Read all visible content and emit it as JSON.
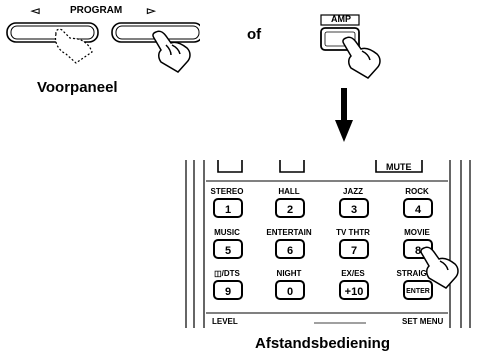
{
  "front_panel": {
    "program_label": "PROGRAM",
    "left_arrow": "◅",
    "right_arrow": "▻",
    "caption": "Voorpaneel"
  },
  "connector": "of",
  "amp_button": {
    "label": "AMP"
  },
  "remote": {
    "caption": "Afstandsbediening",
    "mute_label": "MUTE",
    "level_label": "LEVEL",
    "set_menu_label": "SET MENU",
    "rows": [
      [
        {
          "label": "STEREO",
          "key": "1"
        },
        {
          "label": "HALL",
          "key": "2"
        },
        {
          "label": "JAZZ",
          "key": "3"
        },
        {
          "label": "ROCK",
          "key": "4"
        }
      ],
      [
        {
          "label": "MUSIC",
          "key": "5"
        },
        {
          "label": "ENTERTAIN",
          "key": "6"
        },
        {
          "label": "TV THTR",
          "key": "7"
        },
        {
          "label": "MOVIE",
          "key": "8"
        }
      ],
      [
        {
          "label": "◫/DTS",
          "key": "9"
        },
        {
          "label": "NIGHT",
          "key": "0"
        },
        {
          "label": "EX/ES",
          "key": "+10"
        },
        {
          "label": "STRAIGHT",
          "key": "ENTER"
        }
      ]
    ]
  }
}
